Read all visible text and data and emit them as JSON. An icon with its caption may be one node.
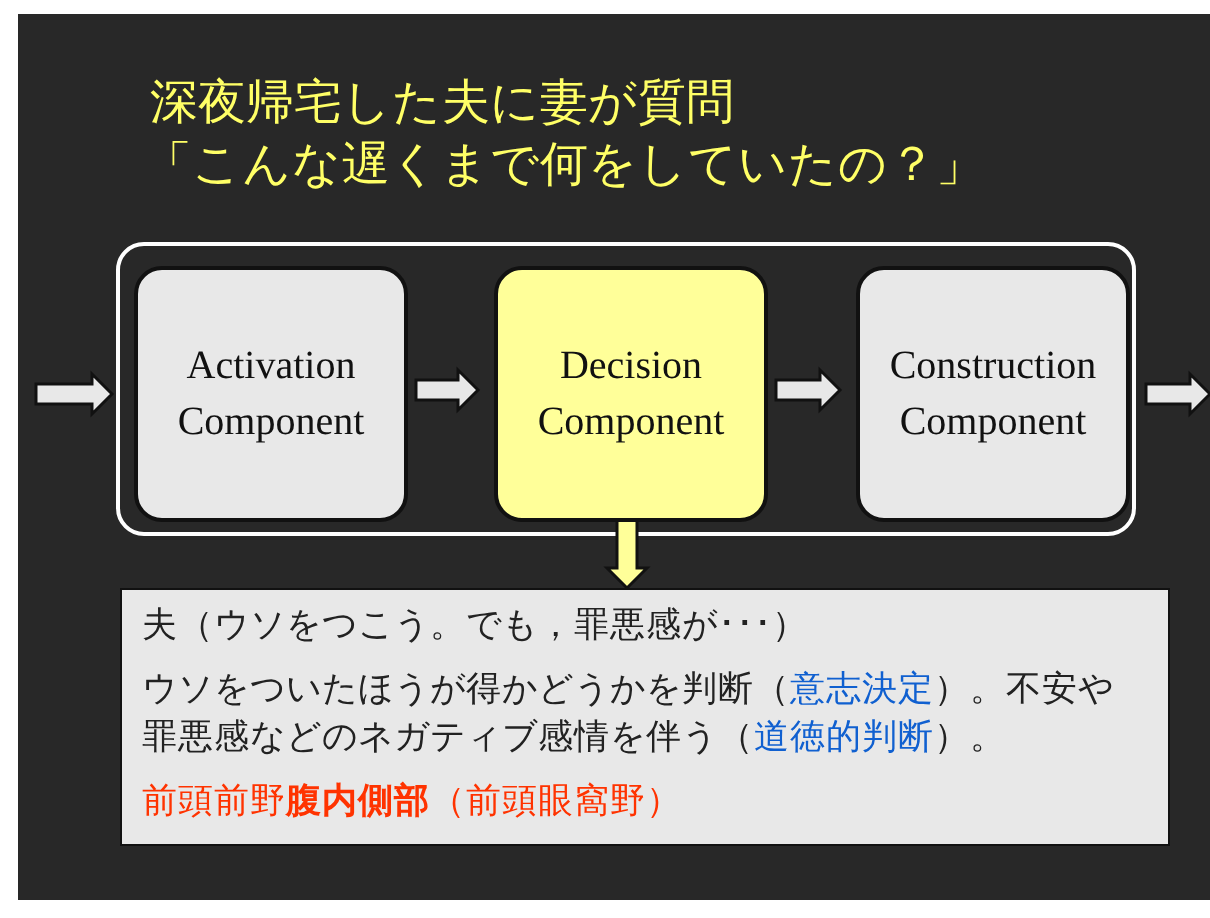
{
  "diagram": {
    "title": "深夜帰宅した夫に妻が質問",
    "labels": [
      "「こんな遅くまで何をしていたの？」"
    ],
    "nodes": [
      {
        "text": [],
        "shape": "box"
      },
      {
        "text": [
          "Activation Component"
        ],
        "in": 0
      },
      {
        "text": [
          "Decision Component"
        ],
        "in": 0
      },
      {
        "text": [
          "Construction Component"
        ],
        "in": 0
      },
      {
        "text": [
          "夫（ウソをつこう。でも，罪悪感が･･･）",
          "ウソをついたほうが得かどうかを判断（*意志決定*）。不安や罪悪感などのネガティブ感情を伴う（*道徳的判断*）。",
          "前頭前野**腹内側部**（前頭眼窩野）"
        ]
      }
    ],
    "edges": [
      {
        "from": null,
        "to": 0,
        "arrow": "to"
      },
      {
        "from": 1,
        "to": 2,
        "arrow": "to"
      },
      {
        "from": 2,
        "to": 3,
        "arrow": "to"
      },
      {
        "from": 0,
        "to": null,
        "arrow": "to"
      },
      {
        "from": 2,
        "to": 4,
        "arrow": "to",
        "color": "#ffff99"
      }
    ]
  }
}
